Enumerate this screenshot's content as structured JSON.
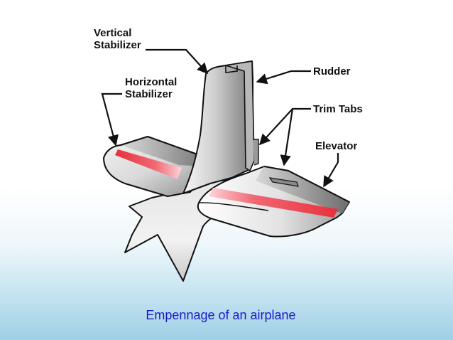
{
  "labels": {
    "vertical_stabilizer": "Vertical\nStabilizer",
    "horizontal_stabilizer": "Horizontal\nStabilizer",
    "rudder": "Rudder",
    "trim_tabs": "Trim Tabs",
    "elevator": "Elevator"
  },
  "caption": "Empennage of an airplane",
  "colors": {
    "caption": "#1a1acd",
    "elevator_stripe": "#e8303c",
    "background_tint": "#9fd0e6"
  }
}
